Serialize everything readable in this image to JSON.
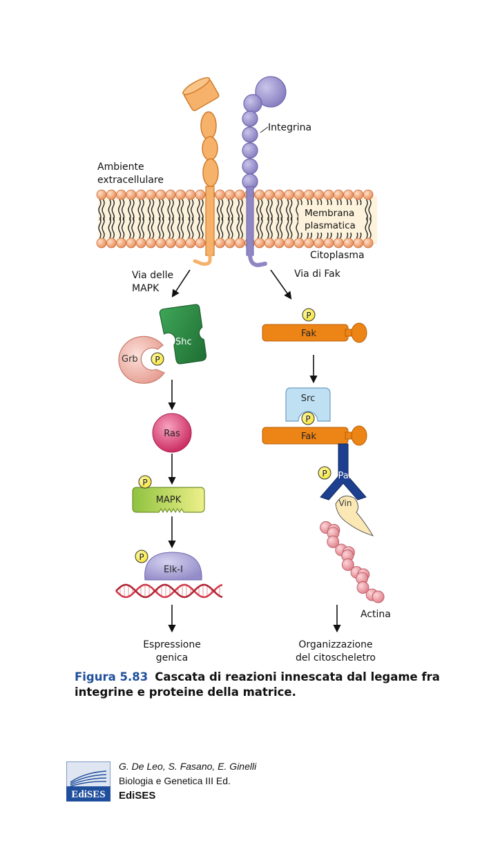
{
  "labels": {
    "integrina": "Integrina",
    "ambiente_line1": "Ambiente",
    "ambiente_line2": "extracellulare",
    "membrana_line1": "Membrana",
    "membrana_line2": "plasmatica",
    "citoplasma": "Citoplasma",
    "via_mapk_line1": "Via delle",
    "via_mapk_line2": "MAPK",
    "via_fak": "Via di Fak",
    "shc": "Shc",
    "grb": "Grb",
    "p": "P",
    "ras": "Ras",
    "mapk": "MAPK",
    "elk": "Elk-I",
    "fak": "Fak",
    "src": "Src",
    "pax": "Pax",
    "vin": "Vin",
    "actina": "Actina",
    "espressione_line1": "Espressione",
    "espressione_line2": "genica",
    "organizzazione_line1": "Organizzazione",
    "organizzazione_line2": "del citoscheletro"
  },
  "caption": {
    "number": "Figura 5.83",
    "text": "Cascata di reazioni innescata dal legame fra integrine e proteine della matrice."
  },
  "footer": {
    "authors": "G. De Leo, S. Fasano, E. Ginelli",
    "book": "Biologia e Genetica III Ed.",
    "publisher": "EdiSES",
    "logo_text": "EdiSES"
  },
  "colors": {
    "orange_receptor": "#f4a95c",
    "integrin_purple": "#9b94cc",
    "lipid_head": "#f0a77a",
    "membrane_fill": "#fdf3dc",
    "shc_green": "#2f8a43",
    "grb_pink": "#f1b8ad",
    "ras_magenta": "#d6336c",
    "mapk_lime": "#b9d94a",
    "elk_lavender": "#a7a1d6",
    "fak_orange": "#ec8416",
    "src_blue": "#bfe0f3",
    "pax_navy": "#1d3f8f",
    "vin_cream": "#fbe8b5",
    "actin_pink": "#ec9ba2",
    "phospho_yellow": "#fbef59",
    "dna_red": "#d23a4a",
    "caption_blue": "#1f4e9c",
    "logo_blue": "#1f4e9c"
  }
}
